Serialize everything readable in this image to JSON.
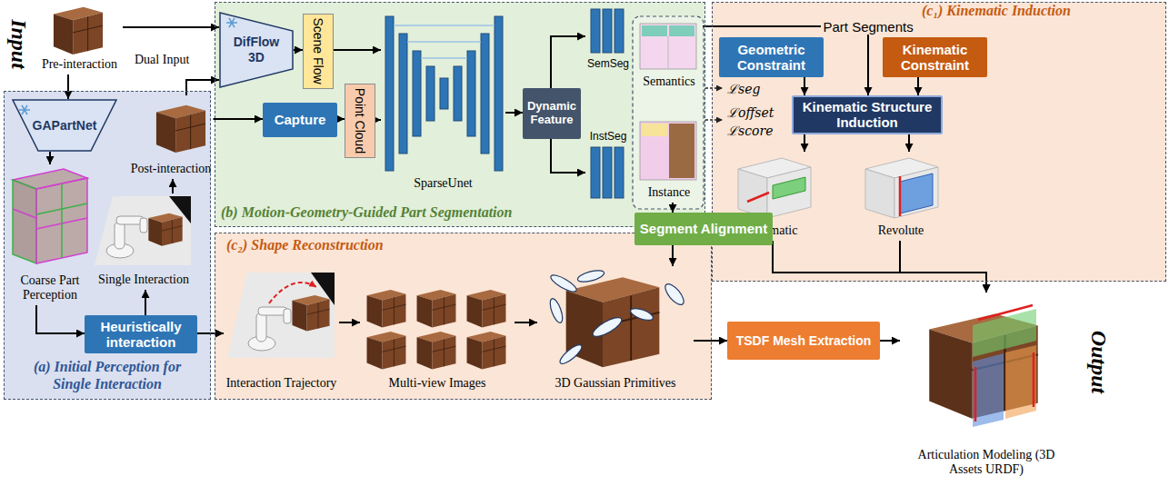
{
  "diagram": {
    "nodes": [
      {
        "text": [
          "Pre-interaction"
        ]
      },
      {
        "text": [
          "(b) Motion-Geometry-Guided Part Segmentation"
        ]
      },
      {
        "text": [
          "DifFlow 3D"
        ],
        "in": 1
      },
      {
        "text": [
          "Scene Flow"
        ],
        "in": 1
      },
      {
        "text": [
          "Capture"
        ],
        "in": 1
      },
      {
        "text": [
          "Point Cloud"
        ],
        "in": 1
      },
      {
        "text": [
          "SparseUnet"
        ],
        "in": 1
      },
      {
        "text": [
          "Dynamic Feature"
        ],
        "in": 1
      },
      {
        "text": [
          "SemSeg"
        ],
        "in": 1
      },
      {
        "text": [
          "InstSeg"
        ],
        "in": 1
      },
      {
        "text": [
          "Semantics"
        ],
        "in": 1
      },
      {
        "text": [
          "Instance"
        ],
        "in": 1
      },
      {
        "text": [
          "(c₁) Kinematic Induction"
        ]
      },
      {
        "text": [
          "Geometric Constraint"
        ],
        "in": 12
      },
      {
        "text": [
          "Kinematic Constraint"
        ],
        "in": 12
      },
      {
        "text": [
          "Kinematic Structure Induction"
        ],
        "in": 12
      },
      {
        "text": [
          "Prismatic"
        ],
        "in": 12
      },
      {
        "text": [
          "Revolute"
        ],
        "in": 12
      },
      {
        "text": [
          "(a) Initial Perception for Single Interaction"
        ]
      },
      {
        "text": [
          "GAPartNet"
        ],
        "in": 18
      },
      {
        "text": [
          "Post-interaction"
        ],
        "in": 18
      },
      {
        "text": [
          "Coarse Part Perception"
        ],
        "in": 18
      },
      {
        "text": [
          "Single Interaction"
        ],
        "in": 18
      },
      {
        "text": [
          "Heuristically interaction"
        ],
        "in": 18
      },
      {
        "text": [
          "Segment Alignment"
        ]
      },
      {
        "text": [
          "(c₂) Shape Reconstruction"
        ]
      },
      {
        "text": [
          "Interaction Trajectory"
        ],
        "in": 25
      },
      {
        "text": [
          "Multi-view Images"
        ],
        "in": 25
      },
      {
        "text": [
          "3D Gaussian Primitives"
        ],
        "in": 25
      },
      {
        "text": [
          "TSDF Mesh Extraction"
        ]
      },
      {
        "text": [
          "Articulation Modeling (3D Assets URDF)"
        ]
      }
    ],
    "edges": [
      {
        "from": 0,
        "to": 2,
        "arrow": "to"
      },
      {
        "from": 0,
        "to": 19,
        "arrow": "to"
      },
      {
        "from": 19,
        "to": 21,
        "arrow": "to"
      },
      {
        "from": 21,
        "to": 23,
        "arrow": "to"
      },
      {
        "from": 23,
        "to": 22,
        "arrow": "to"
      },
      {
        "from": 22,
        "to": 20,
        "arrow": "to"
      },
      {
        "from": 20,
        "to": 2,
        "arrow": "to"
      },
      {
        "from": 20,
        "to": 4,
        "arrow": "to"
      },
      {
        "from": 2,
        "to": 3,
        "arrow": "to"
      },
      {
        "from": 4,
        "to": 5,
        "arrow": "to"
      },
      {
        "from": 3,
        "to": 6,
        "arrow": "to"
      },
      {
        "from": 5,
        "to": 6,
        "arrow": "to"
      },
      {
        "from": 6,
        "to": 7,
        "arrow": "to"
      },
      {
        "from": 7,
        "to": 8,
        "arrow": "to"
      },
      {
        "from": 7,
        "to": 9,
        "arrow": "to"
      },
      {
        "from": 10,
        "to": 15,
        "label": "Part Segments",
        "arrow": "to"
      },
      {
        "from": 11,
        "to": 24,
        "arrow": "to"
      },
      {
        "from": 24,
        "to": 28,
        "arrow": "to"
      },
      {
        "from": 13,
        "to": 15,
        "arrow": "to"
      },
      {
        "from": 14,
        "to": 15,
        "arrow": "to"
      },
      {
        "from": 15,
        "to": 16,
        "arrow": "to"
      },
      {
        "from": 15,
        "to": 17,
        "arrow": "to"
      },
      {
        "from": 16,
        "to": 30,
        "arrow": "to"
      },
      {
        "from": 17,
        "to": 30,
        "arrow": "to"
      },
      {
        "from": 23,
        "to": 26,
        "arrow": "to"
      },
      {
        "from": 26,
        "to": 27,
        "arrow": "to"
      },
      {
        "from": 27,
        "to": 28,
        "arrow": "to"
      },
      {
        "from": 28,
        "to": 29,
        "arrow": "to"
      },
      {
        "from": 29,
        "to": 30,
        "arrow": "to"
      }
    ],
    "labels": [
      "Input",
      "Dual Input",
      "ℒseg",
      "ℒoffset",
      "ℒscore",
      "Output"
    ]
  }
}
